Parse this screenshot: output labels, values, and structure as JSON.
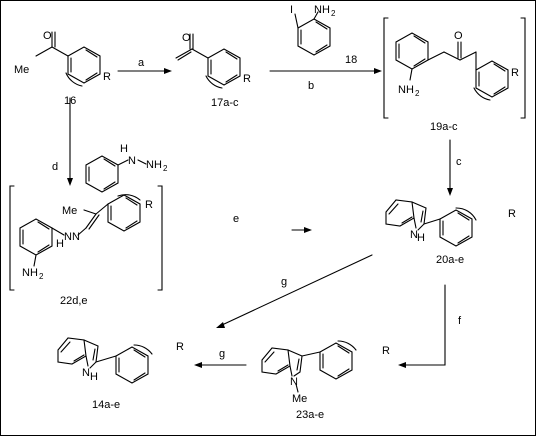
{
  "compounds": {
    "c16": "16",
    "c17": "17a-c",
    "c18": "18",
    "c19": "19a-c",
    "c20": "20a-e",
    "c22": "22d,e",
    "c23": "23a-e",
    "c14": "14a-e"
  },
  "conditions": {
    "a": "a",
    "b": "b",
    "c": "c",
    "d": "d",
    "e": "e",
    "f": "f",
    "g1": "g",
    "g2": "g"
  },
  "atoms": {
    "me": "Me",
    "o": "O",
    "r": "R",
    "i": "I",
    "nh2": "NH",
    "two": "2",
    "nh": "N",
    "h": "H",
    "n": "N",
    "me2": "Me"
  }
}
